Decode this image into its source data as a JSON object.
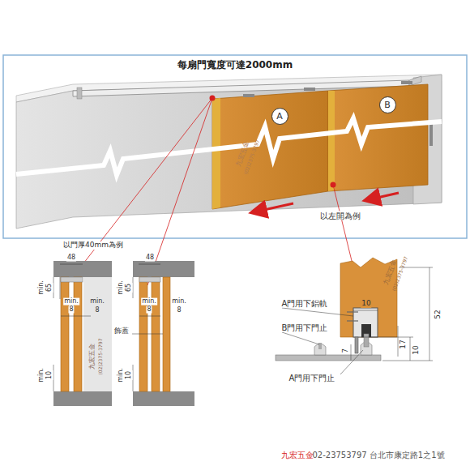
{
  "diagram": {
    "title": "每扇門寬度可達2000mm",
    "nodes": [
      {
        "text": [
          "A"
        ]
      },
      {
        "text": [
          "B"
        ]
      }
    ],
    "labels": [
      "以左開為例",
      "以門厚40mm為例",
      "48",
      "min.",
      "65",
      "min.",
      "8",
      "min.",
      "8",
      "min.",
      "10",
      "48",
      "min.",
      "65",
      "min.",
      "8",
      "飾蓋",
      "min.",
      "8",
      "min.",
      "10",
      "A門用下鋁軌",
      "B門用下門止",
      "A門用下門止",
      "10",
      "52",
      "17",
      "10",
      "7",
      "九宏五金",
      "(02)2375-3797",
      "九宏五金",
      "(02)2375-3797",
      "九宏五金",
      "(02)2375-3797",
      "九宏五金",
      "02-23753797 台北市康定路1之1號"
    ]
  }
}
